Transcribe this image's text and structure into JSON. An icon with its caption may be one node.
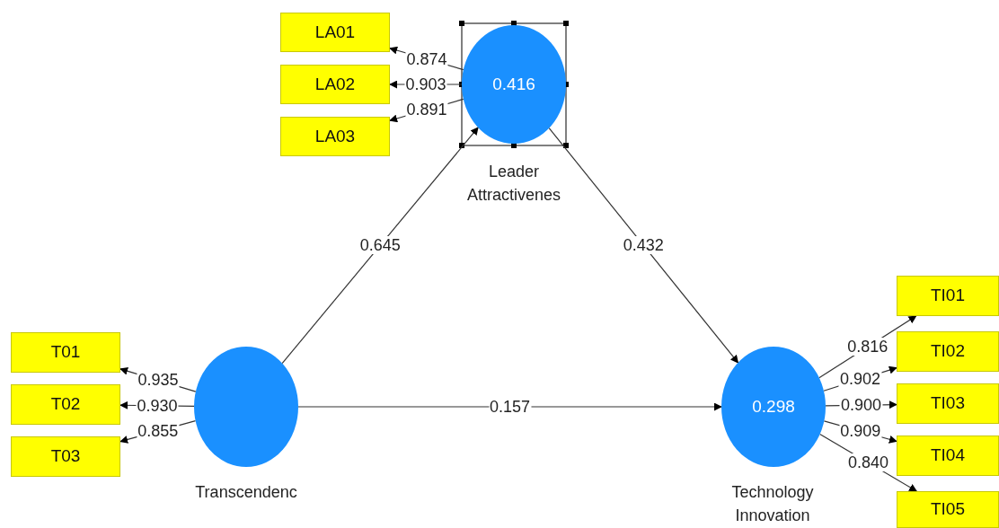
{
  "diagram": {
    "nodes": [
      {
        "text": [
          "0.416"
        ],
        "beside": [
          "Leader Attractivenes"
        ]
      },
      {
        "text": [
          "LA01"
        ]
      },
      {
        "text": [
          "LA02"
        ]
      },
      {
        "text": [
          "LA03"
        ]
      },
      {
        "text": [],
        "shape": "circle",
        "beside": [
          "Transcendenc"
        ]
      },
      {
        "text": [
          "T01"
        ]
      },
      {
        "text": [
          "T02"
        ]
      },
      {
        "text": [
          "T03"
        ]
      },
      {
        "text": [
          "0.298"
        ],
        "beside": [
          "Technology Innovation"
        ]
      },
      {
        "text": [
          "TI01"
        ]
      },
      {
        "text": [
          "TI02"
        ]
      },
      {
        "text": [
          "TI03"
        ]
      },
      {
        "text": [
          "TI04"
        ]
      },
      {
        "text": [
          "TI05"
        ]
      }
    ],
    "edges": [
      {
        "from": 0,
        "to": 1,
        "arrow": "to",
        "label": "0.874"
      },
      {
        "from": 0,
        "to": 2,
        "arrow": "to",
        "label": "0.903"
      },
      {
        "from": 0,
        "to": 3,
        "arrow": "to",
        "label": "0.891"
      },
      {
        "from": 4,
        "to": 5,
        "arrow": "to",
        "label": "0.935"
      },
      {
        "from": 4,
        "to": 6,
        "arrow": "to",
        "label": "0.930"
      },
      {
        "from": 4,
        "to": 7,
        "arrow": "to",
        "label": "0.855"
      },
      {
        "from": 4,
        "to": 0,
        "arrow": "to",
        "label": "0.645"
      },
      {
        "from": 0,
        "to": 8,
        "arrow": "to",
        "label": "0.432"
      },
      {
        "from": 4,
        "to": 8,
        "arrow": "to",
        "label": "0.157"
      },
      {
        "from": 8,
        "to": 9,
        "arrow": "to",
        "label": "0.816"
      },
      {
        "from": 8,
        "to": 10,
        "arrow": "to",
        "label": "0.902"
      },
      {
        "from": 8,
        "to": 11,
        "arrow": "to",
        "label": "0.900"
      },
      {
        "from": 8,
        "to": 12,
        "arrow": "to",
        "label": "0.909"
      },
      {
        "from": 8,
        "to": 13,
        "arrow": "to",
        "label": "0.840"
      }
    ]
  }
}
